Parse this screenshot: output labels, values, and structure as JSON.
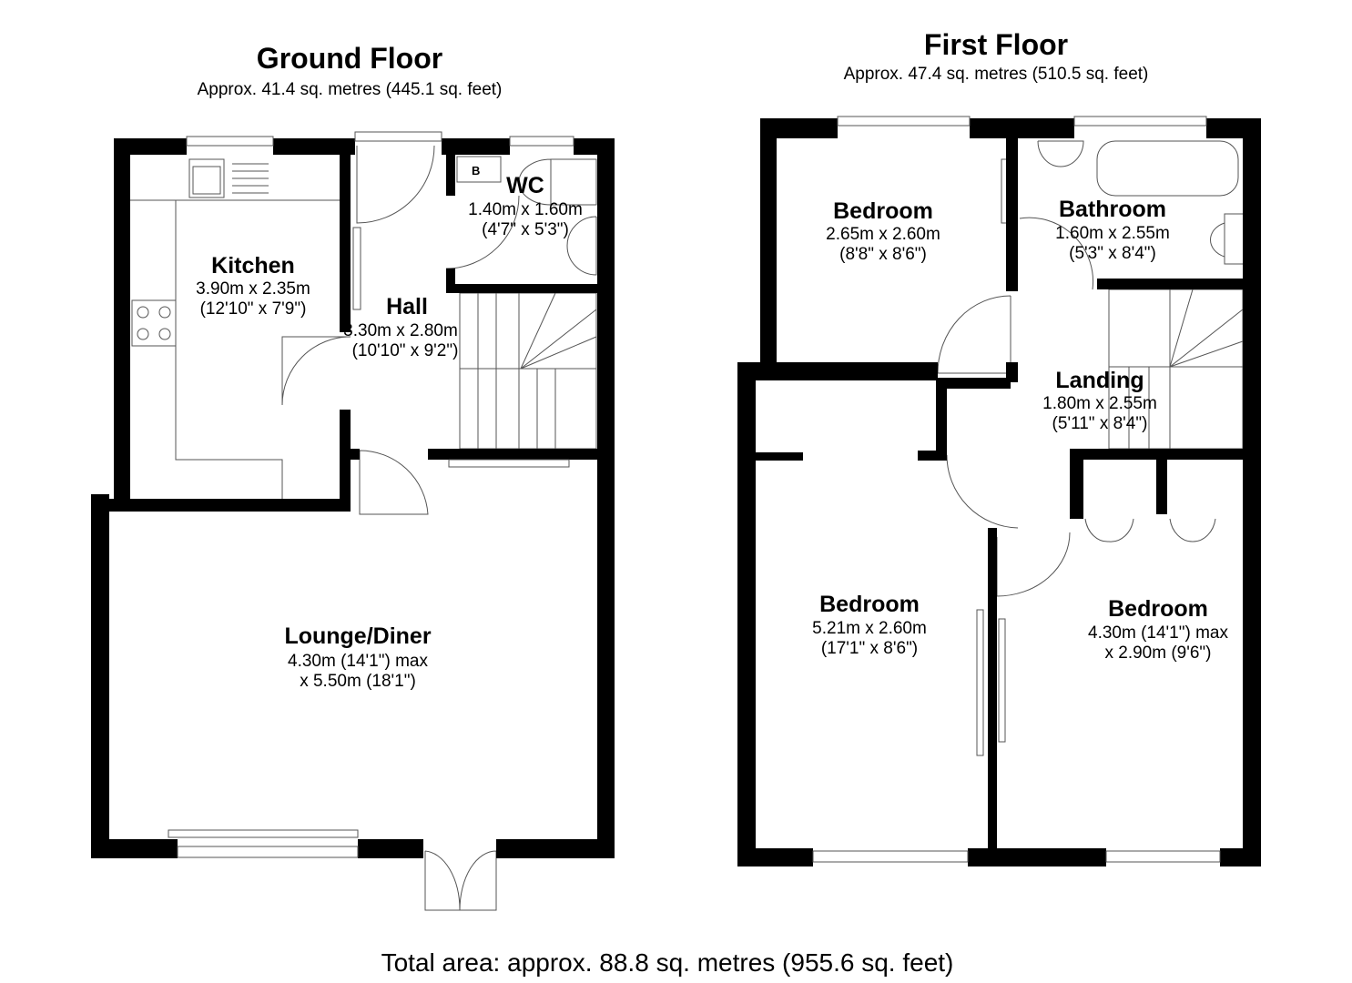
{
  "ground_floor": {
    "title": "Ground Floor",
    "area": "Approx. 41.4 sq. metres (445.1 sq. feet)",
    "rooms": {
      "kitchen": {
        "name": "Kitchen",
        "dim1": "3.90m x 2.35m",
        "dim2": "(12'10\" x 7'9\")"
      },
      "wc": {
        "name": "WC",
        "dim1": "1.40m x 1.60m",
        "dim2": "(4'7\" x 5'3\")"
      },
      "hall": {
        "name": "Hall",
        "dim1": "3.30m x 2.80m",
        "dim2": "(10'10\" x 9'2\")"
      },
      "lounge": {
        "name": "Lounge/Diner",
        "dim1": "4.30m (14'1\") max",
        "dim2": "x 5.50m (18'1\")"
      }
    },
    "boiler_label": "B"
  },
  "first_floor": {
    "title": "First Floor",
    "area": "Approx. 47.4 sq. metres (510.5 sq. feet)",
    "rooms": {
      "bedroom1": {
        "name": "Bedroom",
        "dim1": "2.65m x 2.60m",
        "dim2": "(8'8\" x 8'6\")"
      },
      "bathroom": {
        "name": "Bathroom",
        "dim1": "1.60m x 2.55m",
        "dim2": "(5'3\" x 8'4\")"
      },
      "landing": {
        "name": "Landing",
        "dim1": "1.80m x 2.55m",
        "dim2": "(5'11\" x 8'4\")"
      },
      "bedroom2": {
        "name": "Bedroom",
        "dim1": "5.21m x 2.60m",
        "dim2": "(17'1\" x 8'6\")"
      },
      "bedroom3": {
        "name": "Bedroom",
        "dim1": "4.30m (14'1\") max",
        "dim2": "x 2.90m (9'6\")"
      }
    }
  },
  "total_area": "Total area: approx. 88.8 sq. metres (955.6 sq. feet)"
}
